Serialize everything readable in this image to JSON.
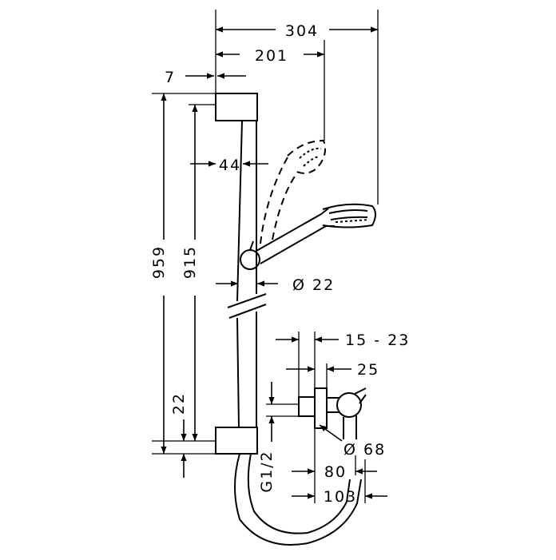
{
  "diagram": {
    "dimensions": {
      "overall_width": "304",
      "head_reach": "201",
      "wall_offset": "7",
      "bar_clearance": "44",
      "overall_height": "959",
      "bar_length": "915",
      "slider_diameter": "Ø 22",
      "lower_offset": "22",
      "outlet_range": "15 - 23",
      "outlet_depth": "25",
      "rosette_diameter": "Ø 68",
      "thread": "G1/2",
      "dist_80": "80",
      "dist_103": "103"
    },
    "colors": {
      "line": "#000000",
      "background": "#ffffff"
    }
  }
}
